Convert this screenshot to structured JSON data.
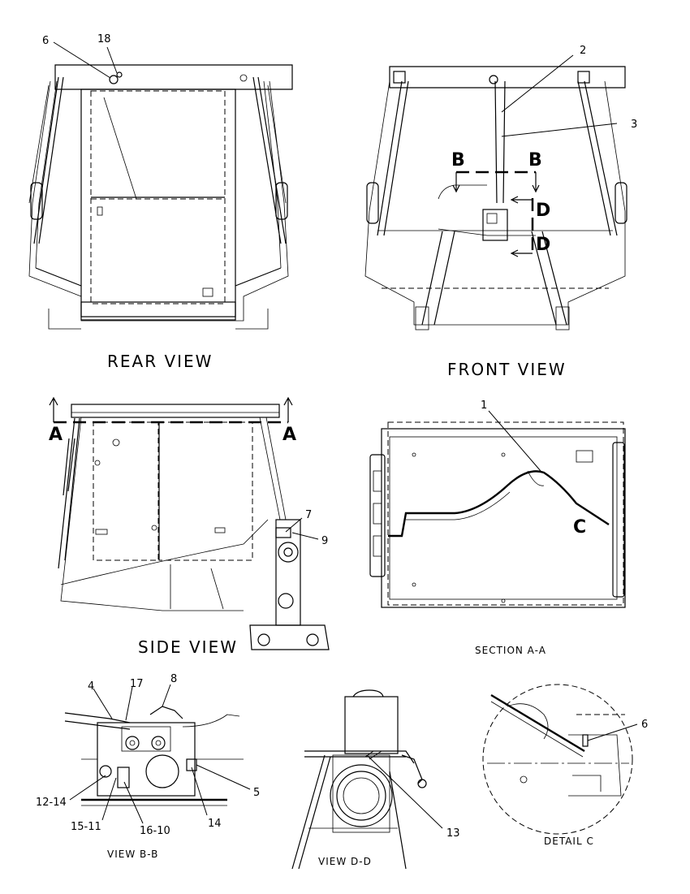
{
  "views": {
    "rear": "REAR VIEW",
    "front": "FRONT VIEW",
    "side": "SIDE VIEW",
    "section_a": "SECTION A-A",
    "view_b": "VIEW B-B",
    "view_d": "VIEW D-D",
    "detail_c": "DETAIL C"
  },
  "section_letters": {
    "a_left": "A",
    "a_right": "A",
    "b_left": "B",
    "b_right": "B",
    "d_top": "D",
    "d_bottom": "D",
    "c": "C"
  },
  "callouts": {
    "c18": "18",
    "c6_rear": "6",
    "c2": "2",
    "c3": "3",
    "c7": "7",
    "c9": "9",
    "c1": "1",
    "c4": "4",
    "c17": "17",
    "c8": "8",
    "c12_14": "12-14",
    "c15_11": "15-11",
    "c16_10": "16-10",
    "c14": "14",
    "c5": "5",
    "c13": "13",
    "c6_detail": "6"
  }
}
